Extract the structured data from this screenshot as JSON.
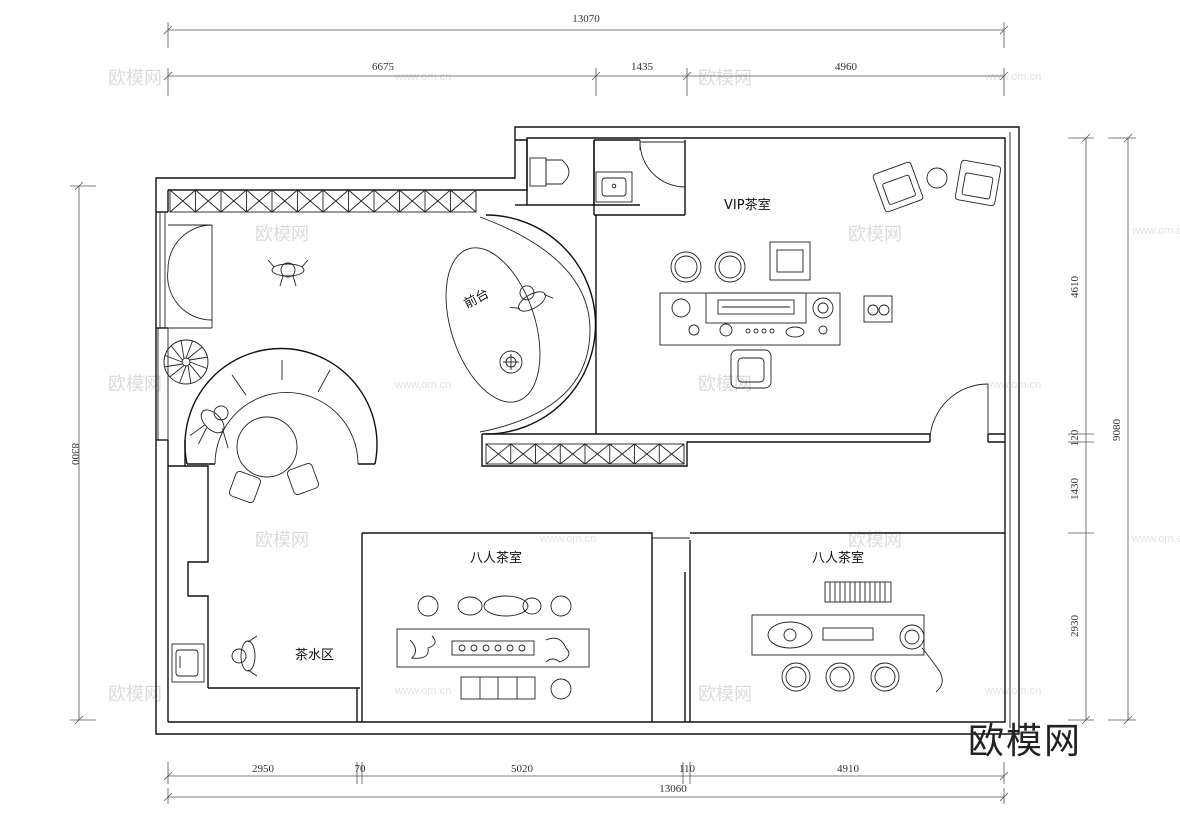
{
  "plan": {
    "dimensions_top": {
      "total": "13070",
      "segments": [
        "6675",
        "1435",
        "4960"
      ]
    },
    "dimensions_bottom": {
      "total": "13060",
      "segments": [
        "2950",
        "70",
        "5020",
        "110",
        "4910"
      ]
    },
    "dimensions_left": {
      "total": "8300"
    },
    "dimensions_right": {
      "total": "9080",
      "segments": [
        "4610",
        "120",
        "1430",
        "2930"
      ]
    },
    "rooms": {
      "vip_tea_room": "VIP茶室",
      "reception": "前台",
      "eight_person_room_left": "八人茶室",
      "eight_person_room_right": "八人茶室",
      "tea_water_area": "茶水区"
    },
    "watermark": {
      "brand": "欧模网",
      "url": "www.om.cn"
    },
    "brand_logo": "欧模网"
  }
}
